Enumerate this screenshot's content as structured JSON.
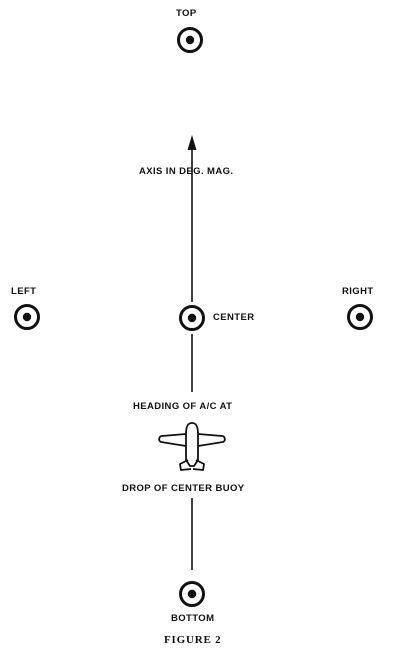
{
  "diagram": {
    "buoys": {
      "top": "TOP",
      "left": "LEFT",
      "center": "CENTER",
      "right": "RIGHT",
      "bottom": "BOTTOM"
    },
    "axis_label": "AXIS IN DEG. MAG.",
    "heading_label_line1": "HEADING OF A/C AT",
    "heading_label_line2": "DROP OF CENTER BUOY",
    "figure_caption": "FIGURE 2"
  },
  "colors": {
    "ink": "#111111",
    "background": "#ffffff"
  }
}
